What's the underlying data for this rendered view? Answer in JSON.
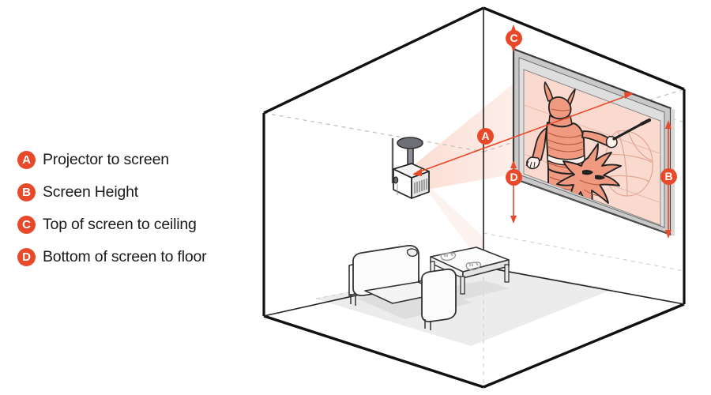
{
  "diagram": {
    "title": "Projector and screen placement measurements",
    "accent_color": "#e8492a",
    "text_color": "#1a1a1a",
    "outline_color": "#1a1a1a",
    "screen_fill_color": "#fad9cf",
    "bezel_color": "#b8b8b8",
    "beam_color": "#f6a48c",
    "rug_color": "#e9e9e9"
  },
  "legend": {
    "items": [
      {
        "key": "A",
        "label": "Projector to screen"
      },
      {
        "key": "B",
        "label": "Screen Height"
      },
      {
        "key": "C",
        "label": "Top of screen to ceiling"
      },
      {
        "key": "D",
        "label": "Bottom of screen to floor"
      }
    ]
  },
  "markers": {
    "a": "A",
    "b": "B",
    "c": "C",
    "d": "D"
  },
  "scene": {
    "room_label": "isometric-room",
    "objects": [
      "ceiling-mounted-projector",
      "projection-screen",
      "sofa",
      "coffee-table",
      "game-controller",
      "game-controller",
      "area-rug"
    ],
    "screen_artwork": "samurai-warrior-with-sword-and-creature"
  }
}
